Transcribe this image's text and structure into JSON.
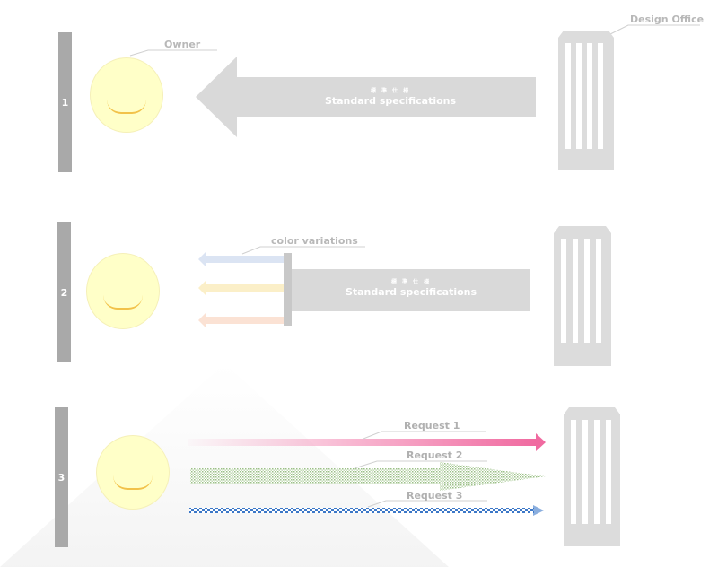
{
  "panels": [
    {
      "number": "1",
      "owner_label": "Owner",
      "office_label": "Design Office",
      "arrow_small": "標 準 仕 様",
      "arrow_main": "Standard specifications"
    },
    {
      "number": "2",
      "variations_label": "color variations",
      "arrow_small": "標 準 仕 様",
      "arrow_main": "Standard specifications"
    },
    {
      "number": "3",
      "requests": [
        "Request 1",
        "Request 2",
        "Request 3"
      ]
    }
  ],
  "colors": {
    "bar": "#a9a9a9",
    "face": "#ffffc8",
    "smile": "#f2c24a",
    "arrow_gray": "#d9d9d9",
    "building": "#dcdcdc",
    "variation_blue": "#dbe4f3",
    "variation_yellow": "#fbefc8",
    "variation_peach": "#fbe2d4",
    "request_pink": "#f06aa0",
    "request_green": "#b9d4a8",
    "request_blue": "#3c78c8"
  }
}
